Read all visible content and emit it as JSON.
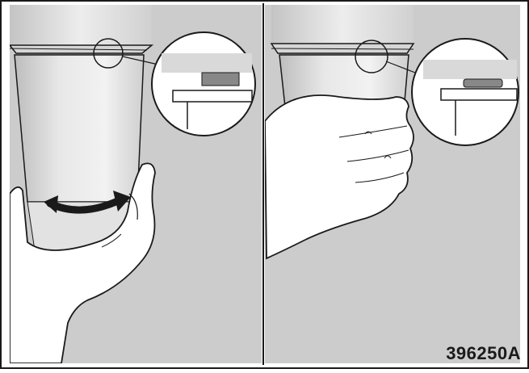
{
  "figure": {
    "id_label": "396250A",
    "panels": [
      {
        "name": "left",
        "step": "tighten-filter-bowl",
        "arrow": "rotation-arrow",
        "detail": "seal-gap-detail"
      },
      {
        "name": "right",
        "step": "hand-support-bowl",
        "detail": "seal-seated-detail"
      }
    ],
    "colors": {
      "background": "#cccccc",
      "metal": "#d9d9d9",
      "seal": "#888888",
      "ink": "#1a1a1a"
    }
  }
}
